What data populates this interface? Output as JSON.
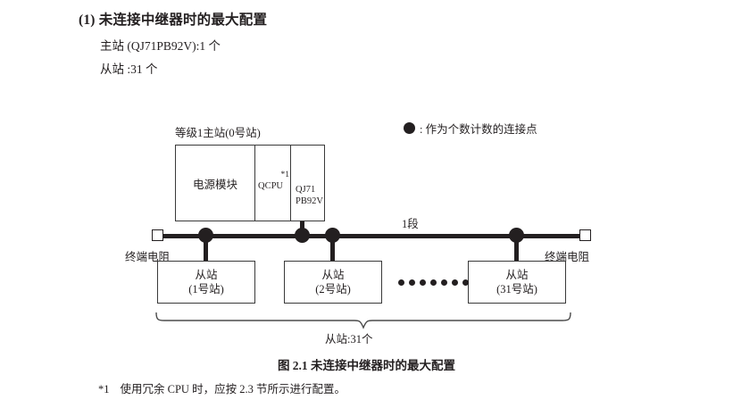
{
  "heading": {
    "number": "(1)",
    "title": "未连接中继器时的最大配置",
    "full": "(1) 未连接中继器时的最大配置"
  },
  "spec": {
    "master": "主站 (QJ71PB92V):1 个",
    "slave": "从站 :31 个"
  },
  "legend": {
    "symbol": "filled-circle",
    "text": ": 作为个数计数的连接点"
  },
  "diagram": {
    "master_station": {
      "caption": "等级1主站(0号站)",
      "cells": [
        {
          "label": "电源模块"
        },
        {
          "label": "QCPU",
          "footnote_mark": "*1"
        },
        {
          "line1": "QJ71",
          "line2": "PB92V"
        }
      ]
    },
    "bus": {
      "segment_label": "1段",
      "terminator_left": "终端电阻",
      "terminator_right": "终端电阻"
    },
    "slaves": [
      {
        "title": "从站",
        "station": "(1号站)"
      },
      {
        "title": "从站",
        "station": "(2号站)"
      },
      {
        "title": "从站",
        "station": "(31号站)"
      }
    ],
    "ellipsis_dot_count": 7,
    "brace_label": "从站:31个"
  },
  "figure": {
    "caption": "图 2.1  未连接中继器时的最大配置"
  },
  "footnote": {
    "mark": "*1",
    "text": "使用冗余 CPU 时，应按 2.3 节所示进行配置。"
  },
  "colors": {
    "ink": "#231f20",
    "box_stroke": "#3a3a3a",
    "background": "#ffffff"
  }
}
